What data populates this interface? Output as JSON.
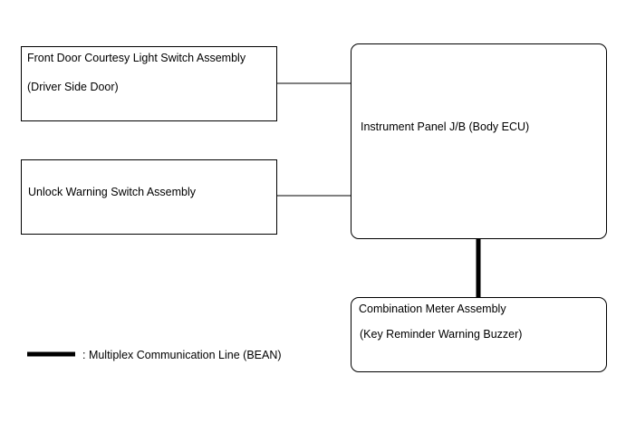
{
  "components": {
    "front_door_switch": {
      "line1": "Front Door Courtesy Light Switch Assembly",
      "line2": "(Driver Side Door)"
    },
    "unlock_warning_switch": {
      "line1": "Unlock Warning Switch Assembly"
    },
    "instrument_panel": {
      "line1": "Instrument Panel J/B (Body ECU)"
    },
    "combination_meter": {
      "line1": "Combination Meter Assembly",
      "line2": "(Key Reminder Warning Buzzer)"
    }
  },
  "legend": {
    "label": ": Multiplex Communication Line (BEAN)"
  },
  "colors": {
    "line": "#000000",
    "background": "#ffffff"
  }
}
